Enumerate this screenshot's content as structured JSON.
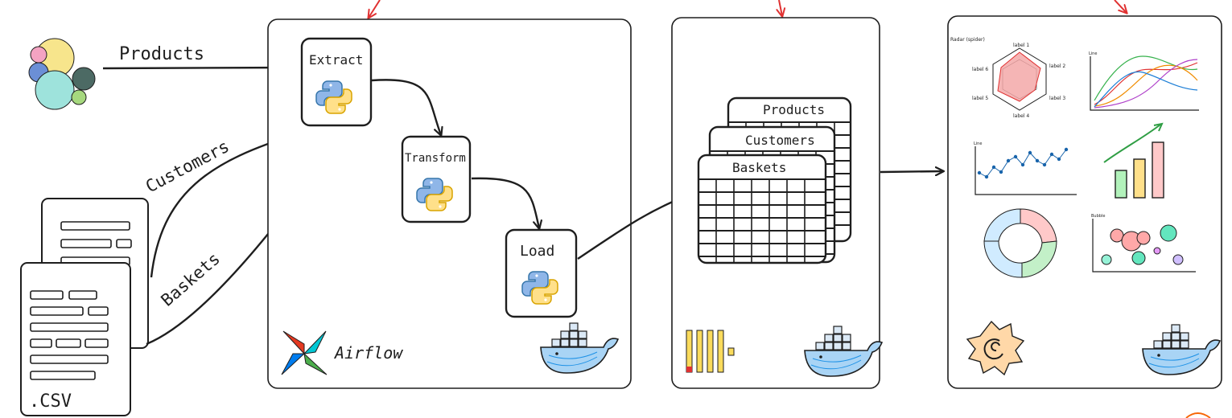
{
  "sources": {
    "products_label": "Products",
    "customers_label": "Customers",
    "baskets_label": "Baskets",
    "csv_label": ".CSV"
  },
  "airflow": {
    "extract_label": "Extract",
    "transform_label": "Transform",
    "load_label": "Load",
    "logo_text": "Airflow"
  },
  "warehouse": {
    "tables": [
      "Products",
      "Customers",
      "Baskets"
    ]
  },
  "dashboard": {
    "radar_title": "Radar (spider)",
    "radar_labels": [
      "label 1",
      "label 2",
      "label 3",
      "label 4",
      "label 5",
      "label 6"
    ],
    "line_title": "Line",
    "scatter_title": "Line",
    "bubble_title": "Bubble"
  },
  "colors": {
    "border": "#1e1e1e",
    "arrow_red": "#e03131",
    "python_blue": "#3776ab",
    "python_yellow": "#f5c518",
    "docker_blue": "#1d91e6",
    "grafana_orange": "#f46800"
  },
  "icons": [
    "elastic-logo-icon",
    "csv-file-icon",
    "python-icon",
    "airflow-logo-icon",
    "docker-whale-icon",
    "clickhouse-logo-icon",
    "grafana-logo-icon"
  ]
}
